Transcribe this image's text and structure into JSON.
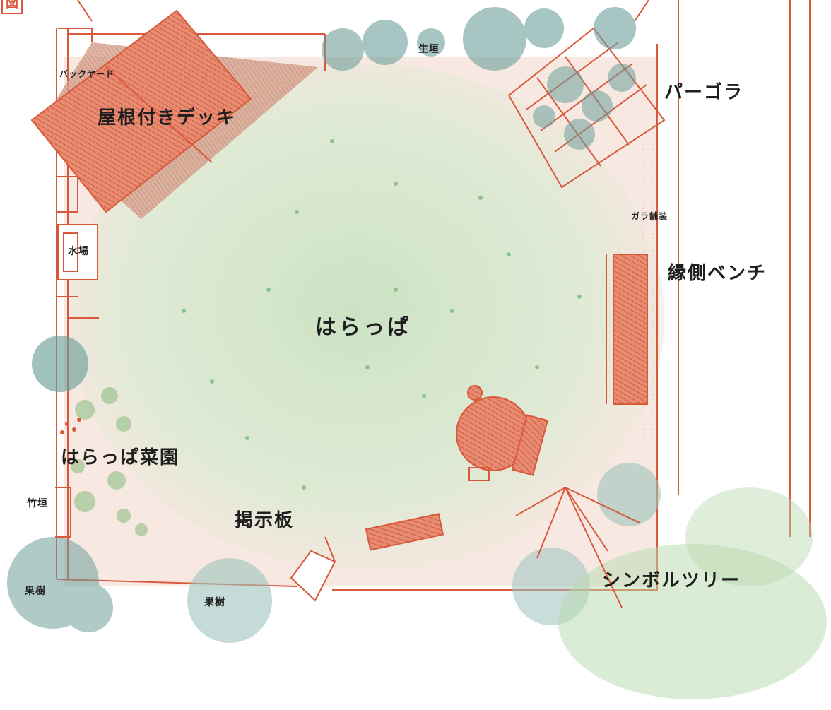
{
  "figure_label": "図",
  "labels": {
    "backyard": "バックヤード",
    "covered_deck": "屋根付きデッキ",
    "hedge": "生垣",
    "pergola": "パーゴラ",
    "gravel": "ガラ舗装",
    "engawa_bench": "縁側ベンチ",
    "water_area": "水場",
    "harappa": "はらっぱ",
    "vegetable_garden": "はらっぱ菜園",
    "bamboo_fence": "竹垣",
    "notice_board": "掲示板",
    "fruit_tree_left": "果樹",
    "fruit_tree_center": "果樹",
    "symbol_tree": "シンボルツリー"
  },
  "colors": {
    "structure_red": "#d9583b",
    "wood_fill": "#e08a72",
    "deck_floor": "#c98f7d",
    "lawn_green": "#cfe3c7",
    "ground_beige": "#f5e4dc",
    "tree_teal": "#6e9f9a",
    "tree_green": "#a9cf9b"
  }
}
